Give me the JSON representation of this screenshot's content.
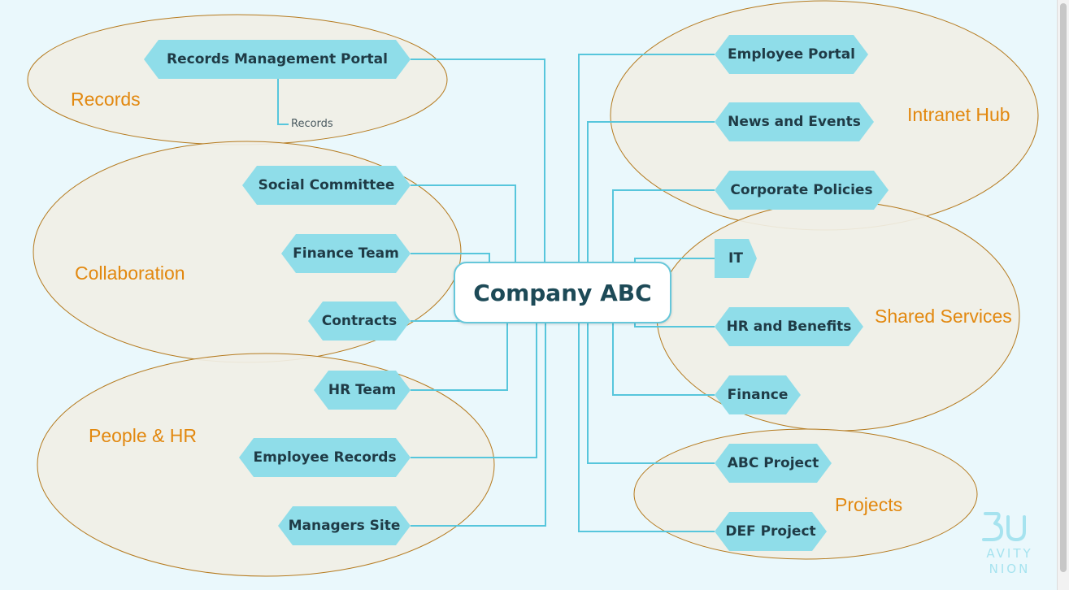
{
  "center": {
    "label": "Company ABC"
  },
  "groups": {
    "records": "Records",
    "collaboration": "Collaboration",
    "people_hr": "People & HR",
    "intranet_hub": "Intranet Hub",
    "shared_services": "Shared Services",
    "projects": "Projects"
  },
  "nodes": {
    "records_management_portal": "Records Management Portal",
    "social_committee": "Social Committee",
    "finance_team": "Finance Team",
    "contracts": "Contracts",
    "hr_team": "HR Team",
    "employee_records": "Employee Records",
    "managers_site": "Managers Site",
    "employee_portal": "Employee Portal",
    "news_and_events": "News and Events",
    "corporate_policies": "Corporate Policies",
    "it": "IT",
    "hr_and_benefits": "HR and Benefits",
    "finance": "Finance",
    "abc_project": "ABC Project",
    "def_project": "DEF Project"
  },
  "sub_labels": {
    "records": "Records"
  },
  "logo": {
    "line1": "AVITY",
    "line2": "NION"
  },
  "colors": {
    "background": "#eaf8fc",
    "node_fill": "#8fdde9",
    "connector": "#57c6dc",
    "group_fill": "#f0efe6",
    "group_stroke": "#b57a1e",
    "group_label": "#e2880f",
    "center_border": "#66c7da"
  }
}
